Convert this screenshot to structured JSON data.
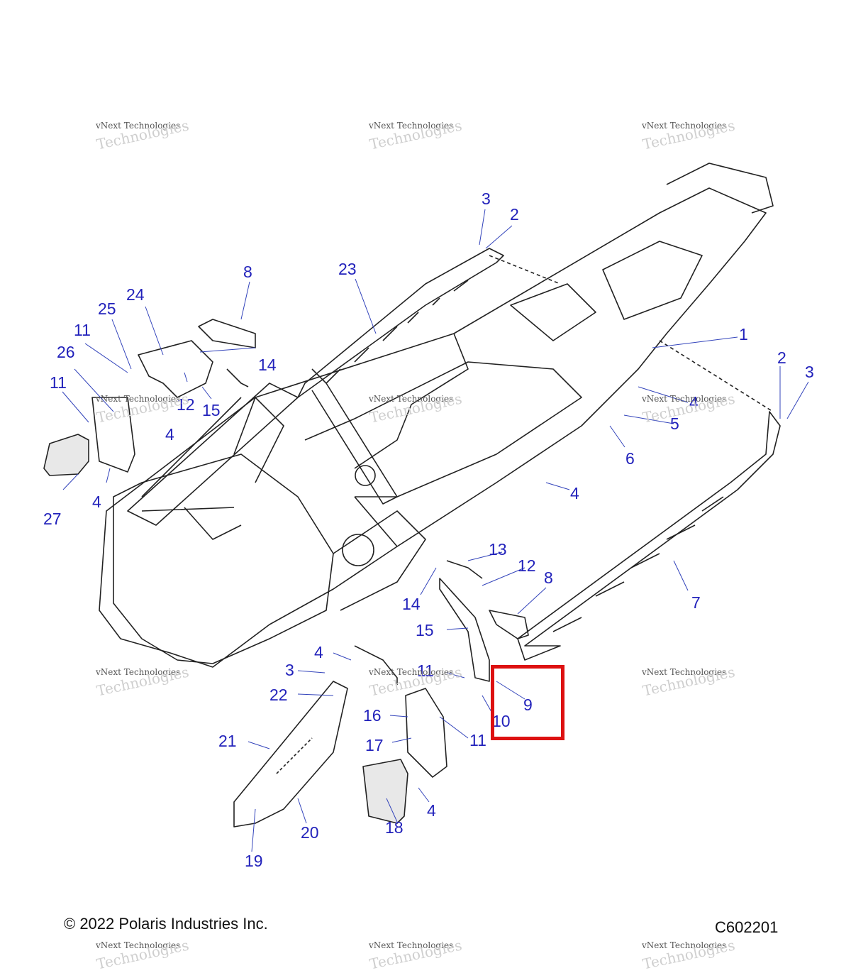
{
  "callouts": [
    "3",
    "2",
    "8",
    "23",
    "24",
    "25",
    "11",
    "26",
    "11",
    "14",
    "12",
    "15",
    "4",
    "27",
    "4",
    "1",
    "2",
    "3",
    "4",
    "5",
    "6",
    "4",
    "13",
    "12",
    "14",
    "8",
    "7",
    "15",
    "4",
    "3",
    "11",
    "9",
    "22",
    "16",
    "10",
    "17",
    "11",
    "21",
    "4",
    "18",
    "20",
    "19"
  ],
  "watermark": {
    "line1": "vNext Technologies",
    "line2": "Technologies"
  },
  "footer": {
    "copyright": "© 2022 Polaris Industries Inc.",
    "diagram_code": "C602201"
  },
  "highlight_color": "#dd1111",
  "callout_color": "#2222bb"
}
